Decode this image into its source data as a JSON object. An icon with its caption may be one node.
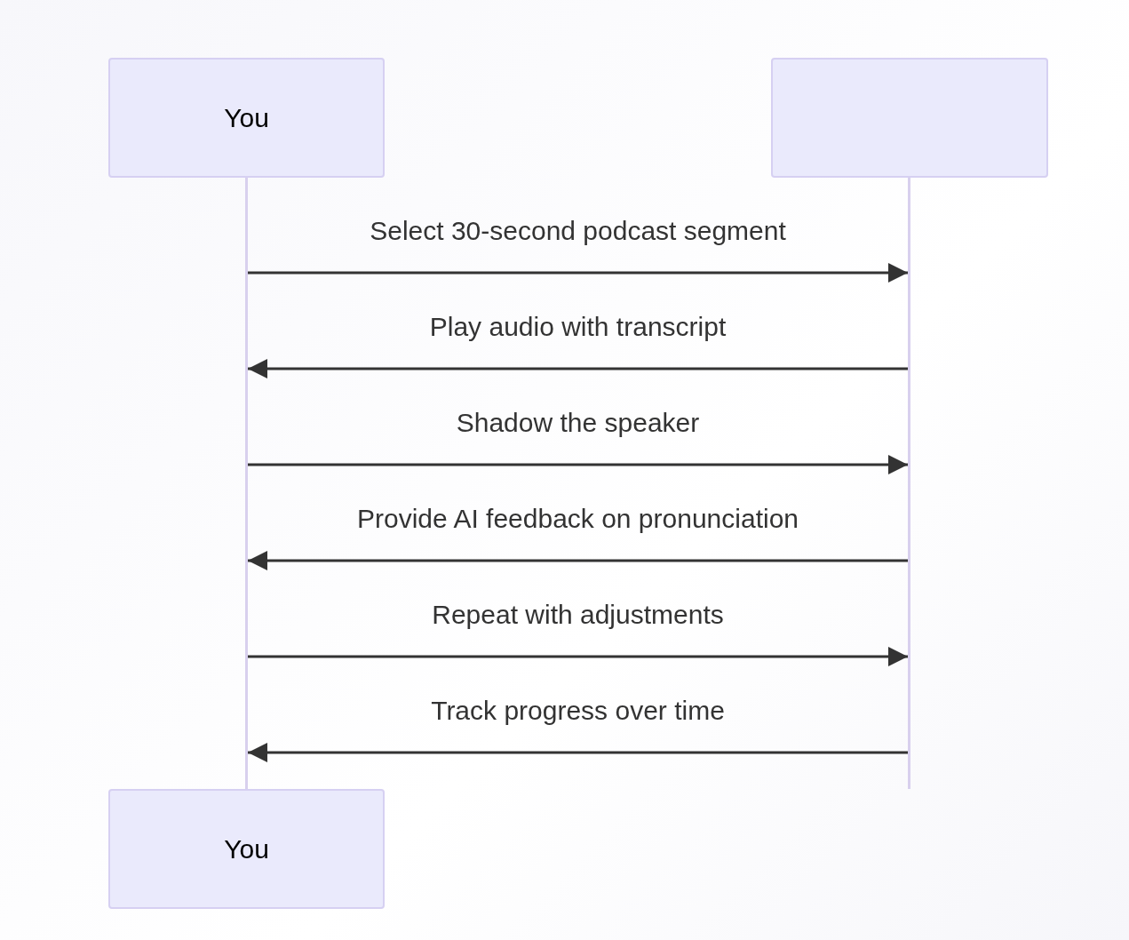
{
  "diagram": {
    "nodes": [
      {
        "text": [
          "You"
        ]
      },
      {
        "text": [],
        "shape": "box"
      },
      {
        "text": [],
        "shape": "bar"
      },
      {
        "text": [],
        "shape": "bar"
      },
      {
        "text": [
          "You"
        ]
      }
    ],
    "edges": [
      {
        "from": 2,
        "to": 3,
        "arrow": "to",
        "label": "Select 30-second podcast segment"
      },
      {
        "from": 3,
        "to": 2,
        "arrow": "to",
        "label": "Play audio with transcript"
      },
      {
        "from": 2,
        "to": 3,
        "arrow": "to",
        "label": "Shadow the speaker"
      },
      {
        "from": 3,
        "to": 2,
        "arrow": "to",
        "label": "Provide AI feedback on pronunciation"
      },
      {
        "from": 2,
        "to": 3,
        "arrow": "to",
        "label": "Repeat with adjustments"
      },
      {
        "from": 3,
        "to": 2,
        "arrow": "to",
        "label": "Track progress over time"
      }
    ]
  }
}
